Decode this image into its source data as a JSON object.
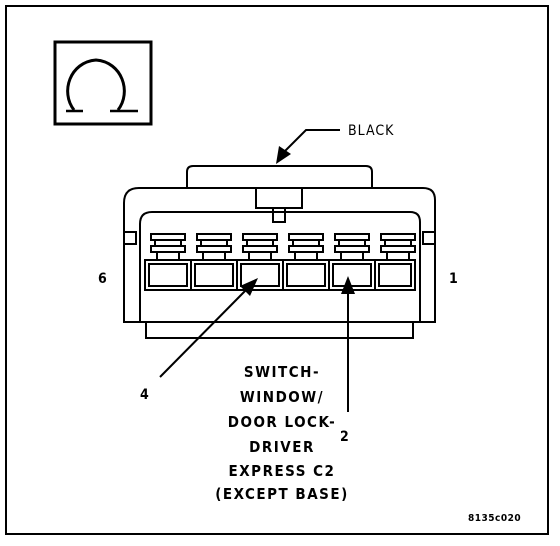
{
  "callout": {
    "color_label": "BLACK"
  },
  "pins": {
    "left_end": "6",
    "right_end": "1",
    "pin_4": "4",
    "pin_2": "2"
  },
  "caption": {
    "lines": [
      "SWITCH-",
      "WINDOW/",
      "DOOR LOCK-",
      "DRIVER",
      "EXPRESS C2",
      "(EXCEPT BASE)"
    ]
  },
  "figure_code": "8135c020",
  "icons": {
    "view_symbol": "connector-view-symbol-icon"
  }
}
